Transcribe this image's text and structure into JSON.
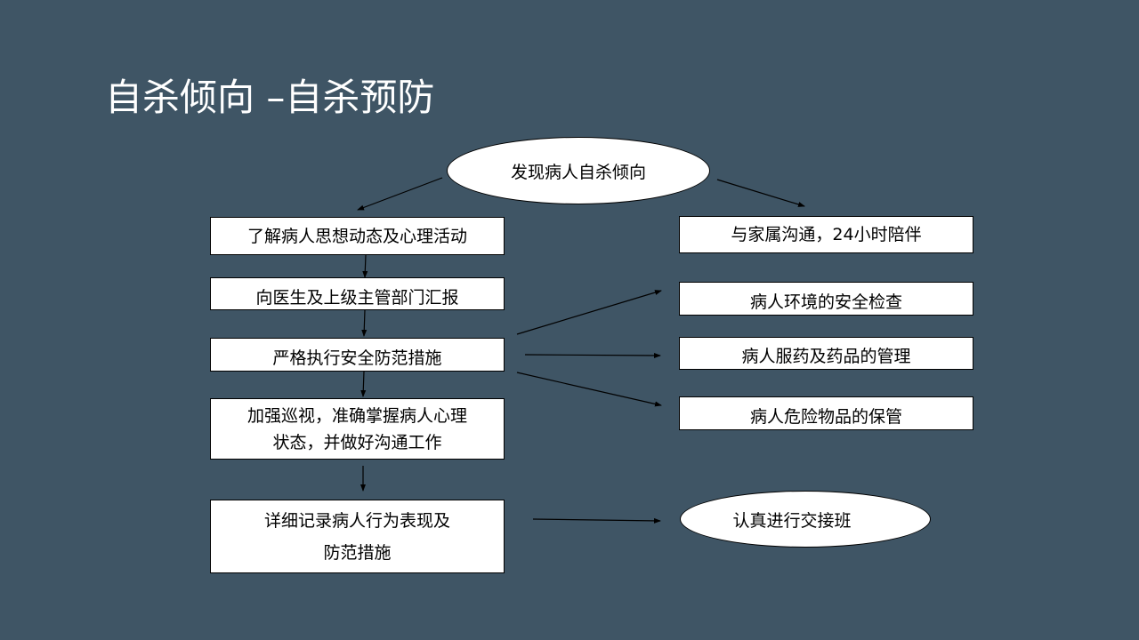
{
  "slide": {
    "title": "自杀倾向 –自杀预防"
  },
  "diagram": {
    "start": "发现病人自杀倾向",
    "left_steps": [
      "了解病人思想动态及心理活动",
      "向医生及上级主管部门汇报",
      "严格执行安全防范措施",
      [
        "加强巡视，准确掌握病人心理",
        "状态，并做好沟通工作"
      ],
      [
        "详细记录病人行为表现及",
        "防范措施"
      ]
    ],
    "right_steps": [
      "与家属沟通，24小时陪伴",
      "病人环境的安全检查",
      "病人服药及药品的管理",
      "病人危险物品的保管"
    ],
    "end": "认真进行交接班"
  },
  "colors": {
    "background": "#3f5565",
    "box_fill": "#ffffff",
    "stroke": "#000000",
    "title_text": "#ffffff"
  }
}
